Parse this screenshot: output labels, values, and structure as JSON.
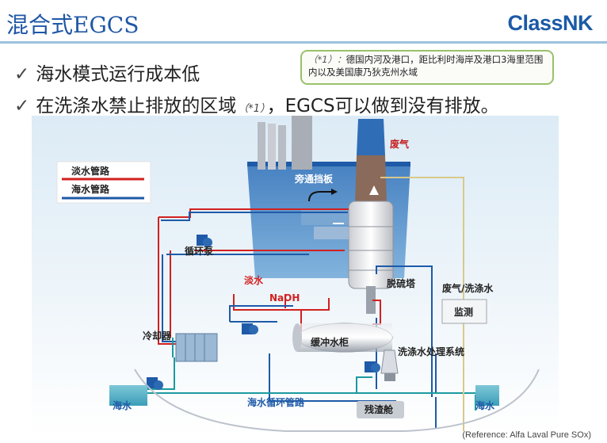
{
  "header": {
    "title": "混合式EGCS",
    "logo_text": "ClassNK"
  },
  "bullets": [
    {
      "check": "✓",
      "text": "海水模式运行成本低"
    },
    {
      "check": "✓",
      "text_before": "在洗涤水禁止排放的区域",
      "note_ref": "（*1）",
      "text_after": "，EGCS可以做到没有排放。"
    }
  ],
  "footnote": {
    "ref": "（*1）：",
    "text": "德国内河及港口，距比利时海岸及港口3海里范围内以及美国康乃狄克州水域"
  },
  "legend": {
    "freshwater": "淡水管路",
    "seawater": "海水管路"
  },
  "diagram_labels": {
    "exhaust": "废气",
    "bypass_damper": "旁通挡板",
    "circulation_pump": "循环泵",
    "freshwater": "淡水",
    "naoh": "NaOH",
    "scrubber": "脱硫塔",
    "exhaust_wash": "废气/洗涤水",
    "monitor": "监测",
    "cooler": "冷却器",
    "buffer_tank": "缓冲水柜",
    "wash_treatment": "洗涤水处理系统",
    "sea_loop": "海水循环管路",
    "residue_tank": "残渣舱",
    "sea_left": "海水",
    "sea_right": "海水"
  },
  "colors": {
    "freshwater_line": "#d22020",
    "seawater_line": "#1e5aa8",
    "treatment_line": "#1b9aa0",
    "title": "#1f57a6",
    "note_border": "#9ac16a"
  },
  "reference": "(Reference: Alfa Laval Pure SOx)"
}
